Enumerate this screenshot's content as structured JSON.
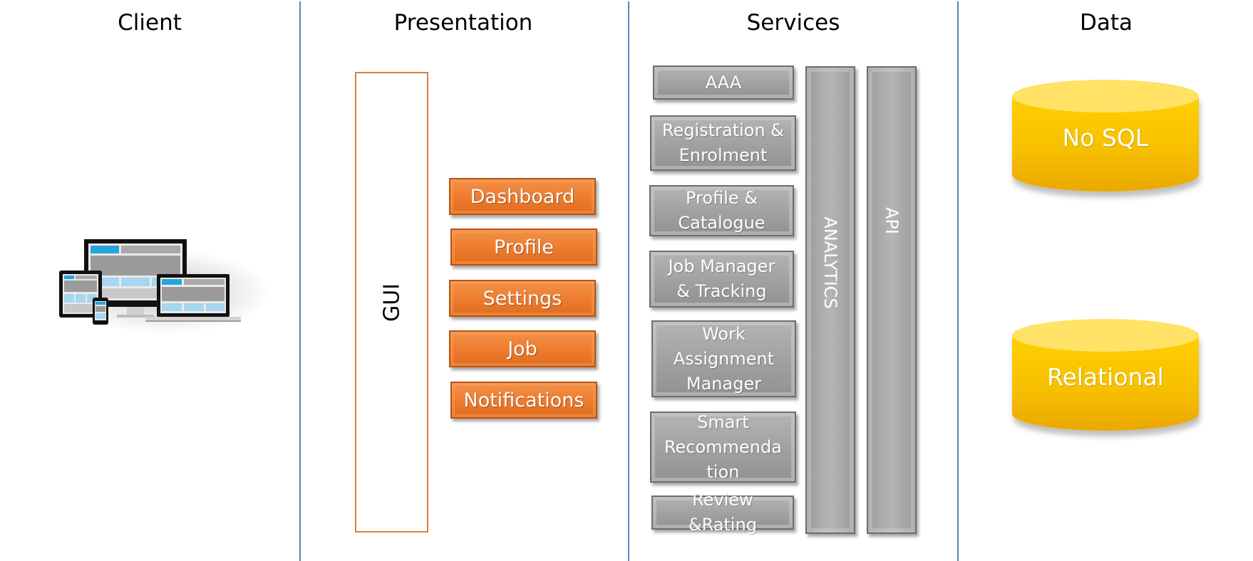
{
  "columns": {
    "client": "Client",
    "presentation": "Presentation",
    "services": "Services",
    "data": "Data"
  },
  "presentation": {
    "gui_label": "GUI",
    "buttons": [
      "Dashboard",
      "Profile",
      "Settings",
      "Job",
      "Notifications"
    ]
  },
  "services": {
    "boxes": [
      "AAA",
      "Registration &\nEnrolment",
      "Profile &\nCatalogue",
      "Job Manager\n& Tracking",
      "Work\nAssignment\nManager",
      "Smart\nRecommenda\ntion",
      "Review\n&Rating"
    ],
    "analytics": "ANALYTICS",
    "api": "API"
  },
  "data": {
    "stores": [
      "No SQL",
      "Relational"
    ]
  },
  "colors": {
    "divider": "#5b87b6",
    "orange": "#ef7d2f",
    "grey": "#a5a5a5",
    "yellow": "#ffc000"
  }
}
